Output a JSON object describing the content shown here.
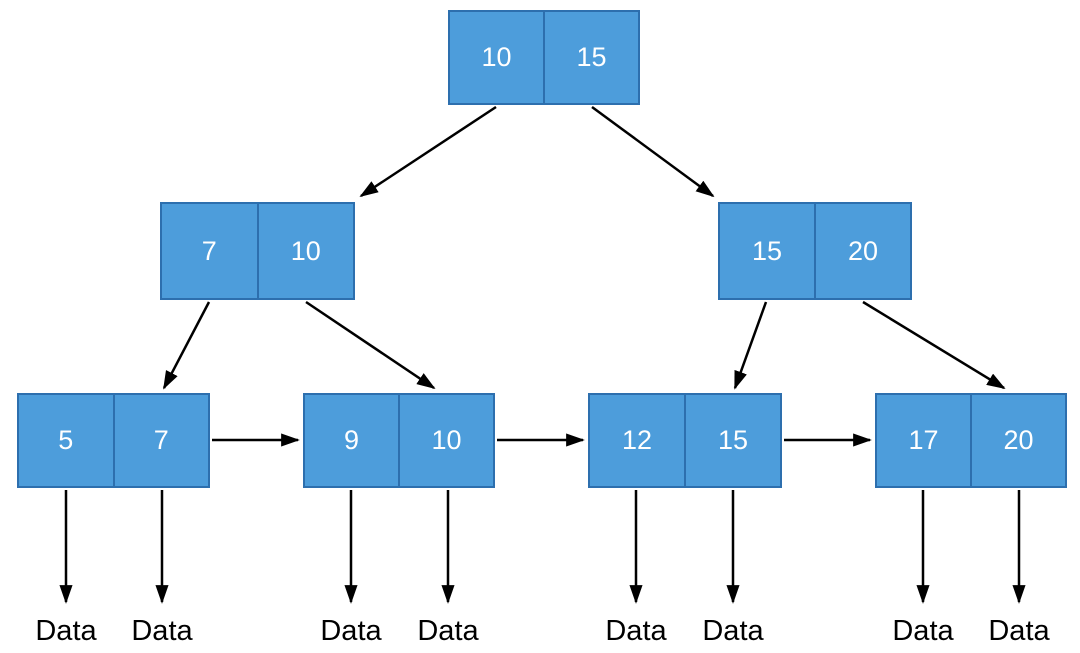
{
  "diagram": {
    "type": "b-plus-tree",
    "colors": {
      "node_fill": "#4D9DDB",
      "node_border": "#2D6FAE",
      "arrow": "#000000",
      "key_text": "#ffffff",
      "data_text": "#000000"
    },
    "nodes": {
      "root": {
        "keys": [
          "10",
          "15"
        ]
      },
      "internal_left": {
        "keys": [
          "7",
          "10"
        ]
      },
      "internal_right": {
        "keys": [
          "15",
          "20"
        ]
      },
      "leaf_1": {
        "keys": [
          "5",
          "7"
        ]
      },
      "leaf_2": {
        "keys": [
          "9",
          "10"
        ]
      },
      "leaf_3": {
        "keys": [
          "12",
          "15"
        ]
      },
      "leaf_4": {
        "keys": [
          "17",
          "20"
        ]
      }
    },
    "data_labels": [
      "Data",
      "Data",
      "Data",
      "Data",
      "Data",
      "Data",
      "Data",
      "Data"
    ]
  }
}
